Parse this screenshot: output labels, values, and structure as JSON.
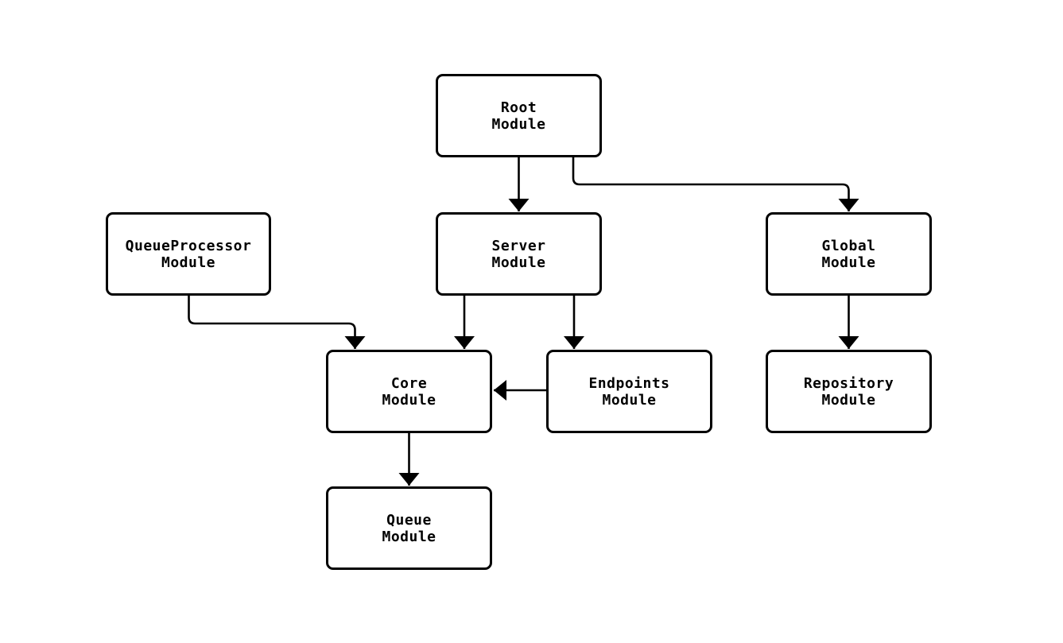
{
  "diagram": {
    "type": "flowchart",
    "background_color": "#ffffff",
    "node_fill_color": "#ffffff",
    "node_border_color": "#000000",
    "edge_color": "#000000",
    "text_color": "#000000",
    "nodes": [
      {
        "id": "root",
        "line1": "Root",
        "line2": "Module"
      },
      {
        "id": "queueprocessor",
        "line1": "QueueProcessor",
        "line2": "Module"
      },
      {
        "id": "server",
        "line1": "Server",
        "line2": "Module"
      },
      {
        "id": "global",
        "line1": "Global",
        "line2": "Module"
      },
      {
        "id": "core",
        "line1": "Core",
        "line2": "Module"
      },
      {
        "id": "endpoints",
        "line1": "Endpoints",
        "line2": "Module"
      },
      {
        "id": "repository",
        "line1": "Repository",
        "line2": "Module"
      },
      {
        "id": "queue",
        "line1": "Queue",
        "line2": "Module"
      }
    ],
    "edges": [
      {
        "from": "Root Module",
        "to": "Server Module"
      },
      {
        "from": "Root Module",
        "to": "Global Module"
      },
      {
        "from": "QueueProcessor Module",
        "to": "Core Module"
      },
      {
        "from": "Server Module",
        "to": "Core Module"
      },
      {
        "from": "Server Module",
        "to": "Endpoints Module"
      },
      {
        "from": "Endpoints Module",
        "to": "Core Module"
      },
      {
        "from": "Global Module",
        "to": "Repository Module"
      },
      {
        "from": "Core Module",
        "to": "Queue Module"
      }
    ]
  }
}
